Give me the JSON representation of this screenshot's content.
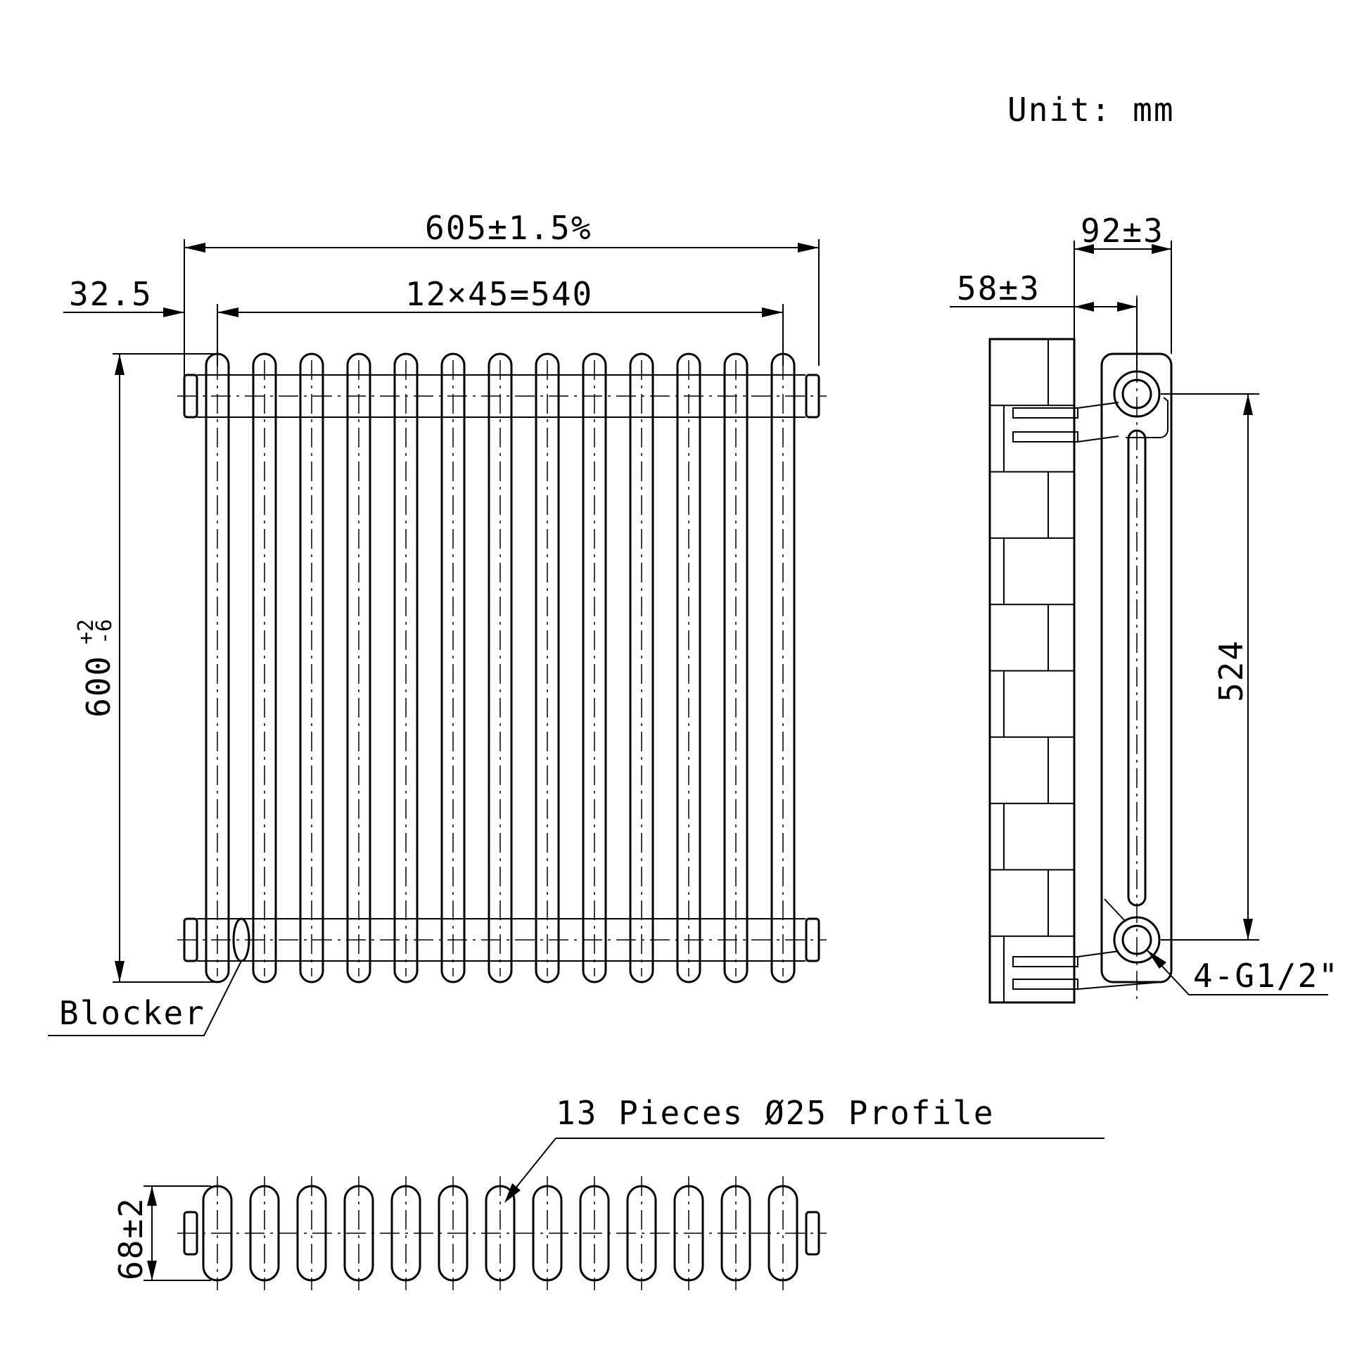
{
  "unit_label": "Unit: mm",
  "front_view": {
    "overall_width": "605±1.5%",
    "pitch": "12×45=540",
    "edge_offset": "32.5",
    "height_main": "600",
    "height_tol_plus": "+2",
    "height_tol_minus": "-6",
    "blocker_label": "Blocker",
    "column_count": 13
  },
  "side_view": {
    "depth_overall": "92±3",
    "wall_offset": "58±3",
    "port_centers": "524",
    "connection_label": "4-G1/2\""
  },
  "top_view": {
    "profile_label": "13 Pieces Ø25 Profile",
    "depth": "68±2"
  }
}
